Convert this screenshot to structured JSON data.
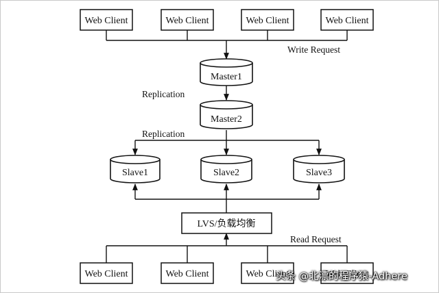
{
  "diagram": {
    "top_clients": [
      "Web Client",
      "Web Client",
      "Web Client",
      "Web Client"
    ],
    "write_request_label": "Write Request",
    "master1_label": "Master1",
    "replication_label_1": "Replication",
    "master2_label": "Master2",
    "replication_label_2": "Replication",
    "slaves": [
      "Slave1",
      "Slave2",
      "Slave3"
    ],
    "lvs_label": "LVS/负载均衡",
    "read_request_label": "Read Request",
    "bottom_clients": [
      "Web Client",
      "Web Client",
      "Web Client",
      "Web Client"
    ]
  },
  "watermark": {
    "text": "头条 @北漂的程序猿-Adhere"
  }
}
